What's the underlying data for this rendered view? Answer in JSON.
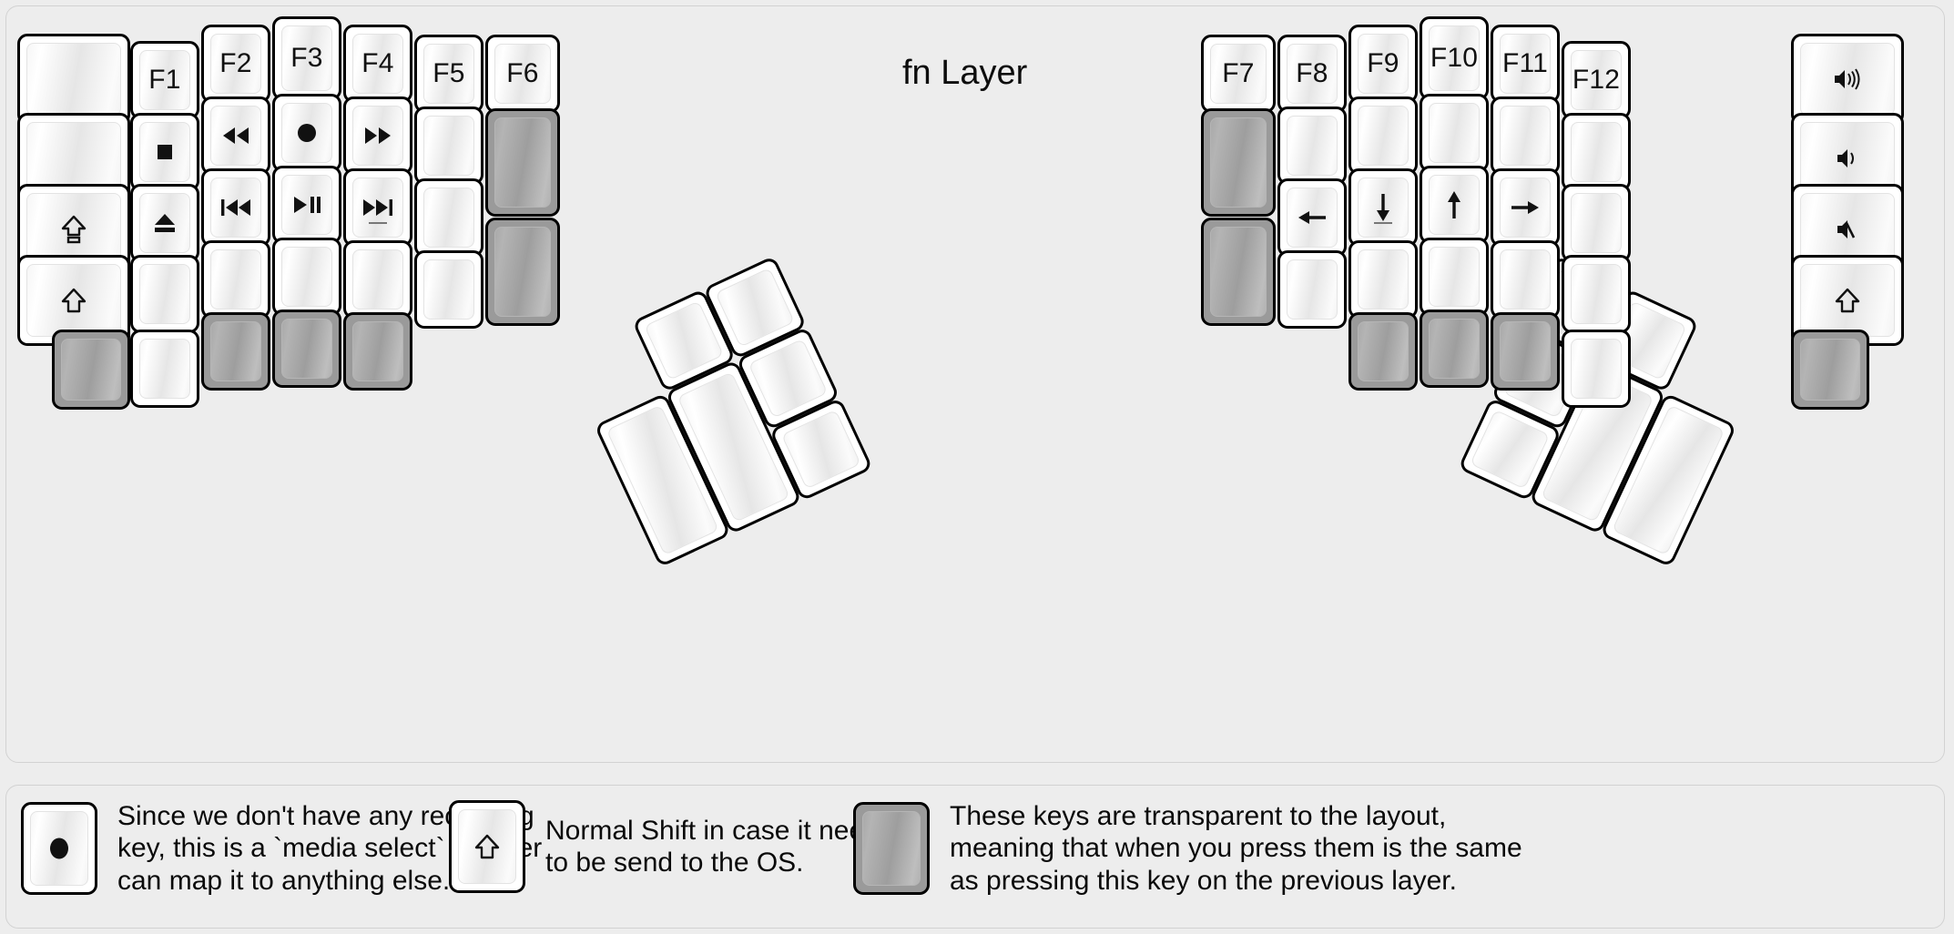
{
  "page": {
    "title": "fn Layer",
    "background_color": "#ededed",
    "key_color": "#ffffff",
    "transparent_key_color": "#9a9a9a",
    "text_color": "#111111"
  },
  "left_half": {
    "name": "left-keyboard-half",
    "columns": [
      {
        "name": "col-pinky-outer",
        "keys": [
          {
            "label": "",
            "icon": "",
            "type": "blank",
            "unit": "1u-wide"
          },
          {
            "label": "",
            "icon": "",
            "type": "blank",
            "unit": "1u-wide"
          },
          {
            "label": "",
            "icon": "caps-lock-icon",
            "type": "glyph",
            "unit": "1u-wide"
          },
          {
            "label": "",
            "icon": "shift-icon",
            "type": "glyph",
            "unit": "1u-wide"
          },
          {
            "label": "",
            "icon": "",
            "type": "transparent",
            "unit": "1u"
          }
        ]
      },
      {
        "name": "col-pinky",
        "keys": [
          {
            "label": "F1",
            "icon": "",
            "type": "text"
          },
          {
            "label": "",
            "icon": "stop-icon",
            "type": "glyph"
          },
          {
            "label": "",
            "icon": "eject-icon",
            "type": "glyph"
          },
          {
            "label": "",
            "icon": "",
            "type": "blank"
          },
          {
            "label": "",
            "icon": "",
            "type": "blank"
          }
        ]
      },
      {
        "name": "col-ring",
        "keys": [
          {
            "label": "F2",
            "icon": "",
            "type": "text"
          },
          {
            "label": "",
            "icon": "rewind-icon",
            "type": "glyph"
          },
          {
            "label": "",
            "icon": "previous-track-icon",
            "type": "glyph"
          },
          {
            "label": "",
            "icon": "",
            "type": "blank"
          },
          {
            "label": "",
            "icon": "",
            "type": "transparent"
          }
        ]
      },
      {
        "name": "col-middle",
        "keys": [
          {
            "label": "F3",
            "icon": "",
            "type": "text"
          },
          {
            "label": "",
            "icon": "record-icon",
            "type": "glyph"
          },
          {
            "label": "",
            "icon": "play-pause-icon",
            "type": "glyph"
          },
          {
            "label": "",
            "icon": "",
            "type": "blank"
          },
          {
            "label": "",
            "icon": "",
            "type": "transparent"
          }
        ]
      },
      {
        "name": "col-index",
        "keys": [
          {
            "label": "F4",
            "icon": "",
            "type": "text"
          },
          {
            "label": "",
            "icon": "fast-forward-icon",
            "type": "glyph"
          },
          {
            "label": "",
            "icon": "next-track-icon",
            "type": "glyph",
            "marker": "underscore"
          },
          {
            "label": "",
            "icon": "",
            "type": "blank"
          },
          {
            "label": "",
            "icon": "",
            "type": "transparent"
          }
        ]
      },
      {
        "name": "col-inner",
        "keys": [
          {
            "label": "F5",
            "icon": "",
            "type": "text"
          },
          {
            "label": "",
            "icon": "",
            "type": "blank"
          },
          {
            "label": "",
            "icon": "",
            "type": "blank"
          },
          {
            "label": "",
            "icon": "",
            "type": "blank"
          }
        ]
      },
      {
        "name": "col-inner-extra",
        "keys": [
          {
            "label": "F6",
            "icon": "",
            "type": "text"
          },
          {
            "label": "",
            "icon": "",
            "type": "transparent",
            "unit": "1.5u-tall"
          },
          {
            "label": "",
            "icon": "",
            "type": "transparent",
            "unit": "1.5u-tall"
          }
        ]
      }
    ],
    "thumb_cluster": {
      "name": "left-thumb-cluster",
      "rotation_deg": -25,
      "keys": [
        {
          "label": "",
          "type": "blank",
          "unit": "1u"
        },
        {
          "label": "",
          "type": "blank",
          "unit": "1u"
        },
        {
          "label": "",
          "type": "blank",
          "unit": "1u"
        },
        {
          "label": "",
          "type": "blank",
          "unit": "2u-tall"
        },
        {
          "label": "",
          "type": "blank",
          "unit": "2u-tall"
        }
      ]
    }
  },
  "right_half": {
    "name": "right-keyboard-half",
    "columns": [
      {
        "name": "col-inner-extra",
        "keys": [
          {
            "label": "F7",
            "icon": "",
            "type": "text"
          },
          {
            "label": "",
            "icon": "",
            "type": "transparent",
            "unit": "1.5u-tall"
          },
          {
            "label": "",
            "icon": "",
            "type": "transparent",
            "unit": "1.5u-tall"
          }
        ]
      },
      {
        "name": "col-inner",
        "keys": [
          {
            "label": "F8",
            "icon": "",
            "type": "text"
          },
          {
            "label": "",
            "icon": "",
            "type": "blank"
          },
          {
            "label": "",
            "icon": "arrow-left-icon",
            "type": "glyph"
          },
          {
            "label": "",
            "icon": "",
            "type": "blank"
          }
        ]
      },
      {
        "name": "col-index",
        "keys": [
          {
            "label": "F9",
            "icon": "",
            "type": "text"
          },
          {
            "label": "",
            "icon": "",
            "type": "blank"
          },
          {
            "label": "",
            "icon": "arrow-down-icon",
            "type": "glyph",
            "marker": "underscore"
          },
          {
            "label": "",
            "icon": "",
            "type": "blank"
          },
          {
            "label": "",
            "icon": "",
            "type": "transparent"
          }
        ]
      },
      {
        "name": "col-middle",
        "keys": [
          {
            "label": "F10",
            "icon": "",
            "type": "text"
          },
          {
            "label": "",
            "icon": "",
            "type": "blank"
          },
          {
            "label": "",
            "icon": "arrow-up-icon",
            "type": "glyph"
          },
          {
            "label": "",
            "icon": "",
            "type": "blank"
          },
          {
            "label": "",
            "icon": "",
            "type": "transparent"
          }
        ]
      },
      {
        "name": "col-ring",
        "keys": [
          {
            "label": "F11",
            "icon": "",
            "type": "text"
          },
          {
            "label": "",
            "icon": "",
            "type": "blank"
          },
          {
            "label": "",
            "icon": "arrow-right-icon",
            "type": "glyph"
          },
          {
            "label": "",
            "icon": "",
            "type": "blank"
          },
          {
            "label": "",
            "icon": "",
            "type": "transparent"
          }
        ]
      },
      {
        "name": "col-pinky",
        "keys": [
          {
            "label": "F12",
            "icon": "",
            "type": "text"
          },
          {
            "label": "",
            "icon": "",
            "type": "blank"
          },
          {
            "label": "",
            "icon": "",
            "type": "blank"
          },
          {
            "label": "",
            "icon": "",
            "type": "blank"
          },
          {
            "label": "",
            "icon": "",
            "type": "blank"
          }
        ]
      },
      {
        "name": "col-pinky-outer",
        "keys": [
          {
            "label": "",
            "icon": "volume-up-icon",
            "type": "glyph",
            "unit": "1u-wide"
          },
          {
            "label": "",
            "icon": "volume-down-icon",
            "type": "glyph",
            "unit": "1u-wide"
          },
          {
            "label": "",
            "icon": "volume-mute-icon",
            "type": "glyph",
            "unit": "1u-wide"
          },
          {
            "label": "",
            "icon": "shift-icon",
            "type": "glyph",
            "unit": "1u-wide"
          },
          {
            "label": "",
            "icon": "",
            "type": "transparent",
            "unit": "1u"
          }
        ]
      }
    ],
    "thumb_cluster": {
      "name": "right-thumb-cluster",
      "rotation_deg": 25,
      "keys": [
        {
          "label": "",
          "type": "blank",
          "unit": "1u"
        },
        {
          "label": "",
          "type": "blank",
          "unit": "1u"
        },
        {
          "label": "",
          "type": "blank",
          "unit": "1u"
        },
        {
          "label": "",
          "type": "blank",
          "unit": "2u-tall"
        },
        {
          "label": "",
          "type": "blank",
          "unit": "2u-tall"
        }
      ]
    }
  },
  "legend": {
    "items": [
      {
        "name": "legend-media-select",
        "key_icon": "record-icon",
        "key_type": "normal",
        "text": "Since we don't have any recording\nkey, this is a `media select` so user\ncan map it to anything else."
      },
      {
        "name": "legend-normal-shift",
        "key_icon": "shift-icon",
        "key_type": "normal",
        "text": "Normal Shift in case it needs\nto be send to the OS."
      },
      {
        "name": "legend-transparent",
        "key_icon": "",
        "key_type": "transparent",
        "text": "These keys are transparent to the layout,\nmeaning that when you press them is the same\nas pressing this key on the previous layer."
      }
    ]
  }
}
